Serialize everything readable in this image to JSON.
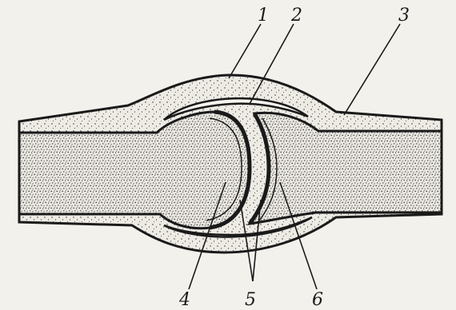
{
  "diagram": {
    "labels": [
      "1",
      "2",
      "3",
      "4",
      "5",
      "6"
    ]
  },
  "colors": {
    "paper": "#f3f1ec",
    "ink": "#1a1a1a",
    "tissue": "#e9e6e0",
    "stipple": "#2a2a2a"
  }
}
